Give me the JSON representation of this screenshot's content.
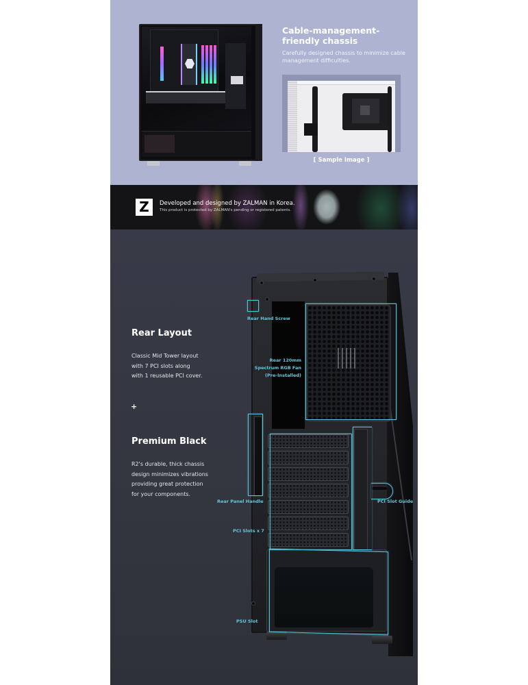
{
  "cable_section": {
    "title": "Cable-management-friendly chassis",
    "description": "Carefully designed chassis to minimize cable management difficulties.",
    "sample_caption": "[ Sample Image ]",
    "background_color": "#aeb3d2"
  },
  "banner": {
    "logo_letter": "Z",
    "title": "Developed and designed by ZALMAN in Korea.",
    "subtitle": "This product is protected by ZALMAN's pending or registered patents."
  },
  "rear_section": {
    "background_color": "#383a47",
    "rear_layout": {
      "heading": "Rear Layout",
      "lines": [
        "Classic Mid Tower layout",
        "with 7 PCI slots along",
        "with 1 reusable PCI cover."
      ]
    },
    "separator": "+",
    "premium_black": {
      "heading": "Premium Black",
      "lines": [
        "R2's durable, thick chassis",
        "design minimizes vibrations",
        "providing great protection",
        "for your components."
      ]
    },
    "annotations": {
      "hand_screw": "Rear Hand Screw",
      "fan_line1": "Rear 120mm",
      "fan_line2": "Spectrum RGB Fan",
      "fan_line3": "(Pre-Installed)",
      "panel_handle": "Rear Panel Handle",
      "pci_slots": "PCI Slots x 7",
      "pci_guide": "PCI Slot Guide",
      "psu_slot": "PSU Slot"
    },
    "accent_color": "#56c2d8"
  }
}
